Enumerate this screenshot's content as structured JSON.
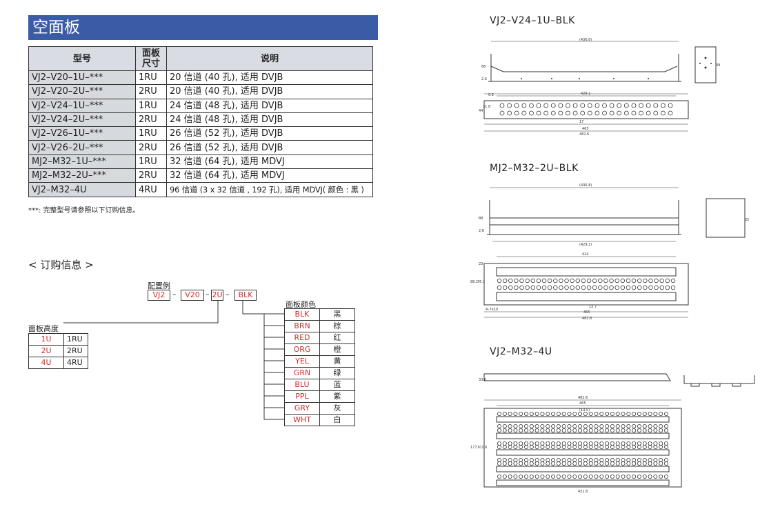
{
  "title": "空面板",
  "table": {
    "headers": {
      "model": "型号",
      "size": "面板尺寸",
      "desc": "说明"
    },
    "rows": [
      {
        "model": "VJ2–V20–1U–***",
        "size": "1RU",
        "desc": "20 信道 (40 孔), 适用 DVJB"
      },
      {
        "model": "VJ2–V20–2U–***",
        "size": "2RU",
        "desc": "20 信道 (40 孔), 适用 DVJB"
      },
      {
        "model": "VJ2–V24–1U–***",
        "size": "1RU",
        "desc": "24 信道 (48 孔), 适用 DVJB"
      },
      {
        "model": "VJ2–V24–2U–***",
        "size": "2RU",
        "desc": "24 信道 (48 孔), 适用 DVJB"
      },
      {
        "model": "VJ2–V26–1U–***",
        "size": "1RU",
        "desc": "26 信道 (52 孔), 适用 DVJB"
      },
      {
        "model": "VJ2–V26–2U–***",
        "size": "2RU",
        "desc": "26 信道 (52 孔), 适用 DVJB"
      },
      {
        "model": "MJ2–M32–1U–***",
        "size": "1RU",
        "desc": "32 信道 (64 孔), 适用 MDVJ"
      },
      {
        "model": "MJ2–M32–2U–***",
        "size": "2RU",
        "desc": "32 信道 (64 孔), 适用 MDVJ"
      },
      {
        "model": "VJ2–M32–4U",
        "size": "4RU",
        "desc": "96 信道 (3 x 32 信道 , 192 孔), 适用 MDVJ( 颜色 : 黑 )"
      }
    ]
  },
  "note": "***: 完整型号请参照以下订购信息。",
  "order_title": "< 订购信息 >",
  "example": {
    "label": "配置例",
    "parts": [
      "VJ2",
      "V20",
      "2U",
      "BLK"
    ],
    "sep": "–"
  },
  "height": {
    "label": "面板高度",
    "rows": [
      {
        "code": "1U",
        "name": "1RU"
      },
      {
        "code": "2U",
        "name": "2RU"
      },
      {
        "code": "4U",
        "name": "4RU"
      }
    ]
  },
  "colors": {
    "label": "面板颜色",
    "rows": [
      {
        "code": "BLK",
        "name": "黑"
      },
      {
        "code": "BRN",
        "name": "棕"
      },
      {
        "code": "RED",
        "name": "红"
      },
      {
        "code": "ORG",
        "name": "橙"
      },
      {
        "code": "YEL",
        "name": "黄"
      },
      {
        "code": "GRN",
        "name": "绿"
      },
      {
        "code": "BLU",
        "name": "蓝"
      },
      {
        "code": "PPL",
        "name": "紫"
      },
      {
        "code": "GRY",
        "name": "灰"
      },
      {
        "code": "WHT",
        "name": "白"
      }
    ]
  },
  "accent_color": "#3a5ba5",
  "code_color": "#d32a2a",
  "diagrams": {
    "d1": {
      "title": "VJ2–V24–1U–BLK",
      "dims": {
        "top_width": "(436.8)",
        "top_h": "88",
        "top_sub": "2.6",
        "face_w": "429.2",
        "h44": "44",
        "h31": "31.8",
        "pitch": "17",
        "mount": "465",
        "overall": "482.6",
        "side_h": "39",
        "small": "0.5"
      }
    },
    "d2": {
      "title": "MJ2–M32–2U–BLK",
      "dims": {
        "top_width": "(436.8)",
        "top_h": "88",
        "top_sub": "2.6",
        "bottom_w": "(429.2)",
        "face_w": "424",
        "h88": "88.1",
        "h76": "76.1",
        "h23": "23",
        "slot": "4–7x10",
        "pitch": "12.7",
        "mount": "465",
        "overall": "482.6",
        "side_h": "25"
      }
    },
    "d3": {
      "title": "VJ2–M32–4U",
      "dims": {
        "top_h": "33.6",
        "overall": "482.6",
        "mount": "465",
        "pitch": "(13.5)",
        "h177": "177",
        "h101": "101.6",
        "bottom_w": "431.8"
      }
    }
  }
}
